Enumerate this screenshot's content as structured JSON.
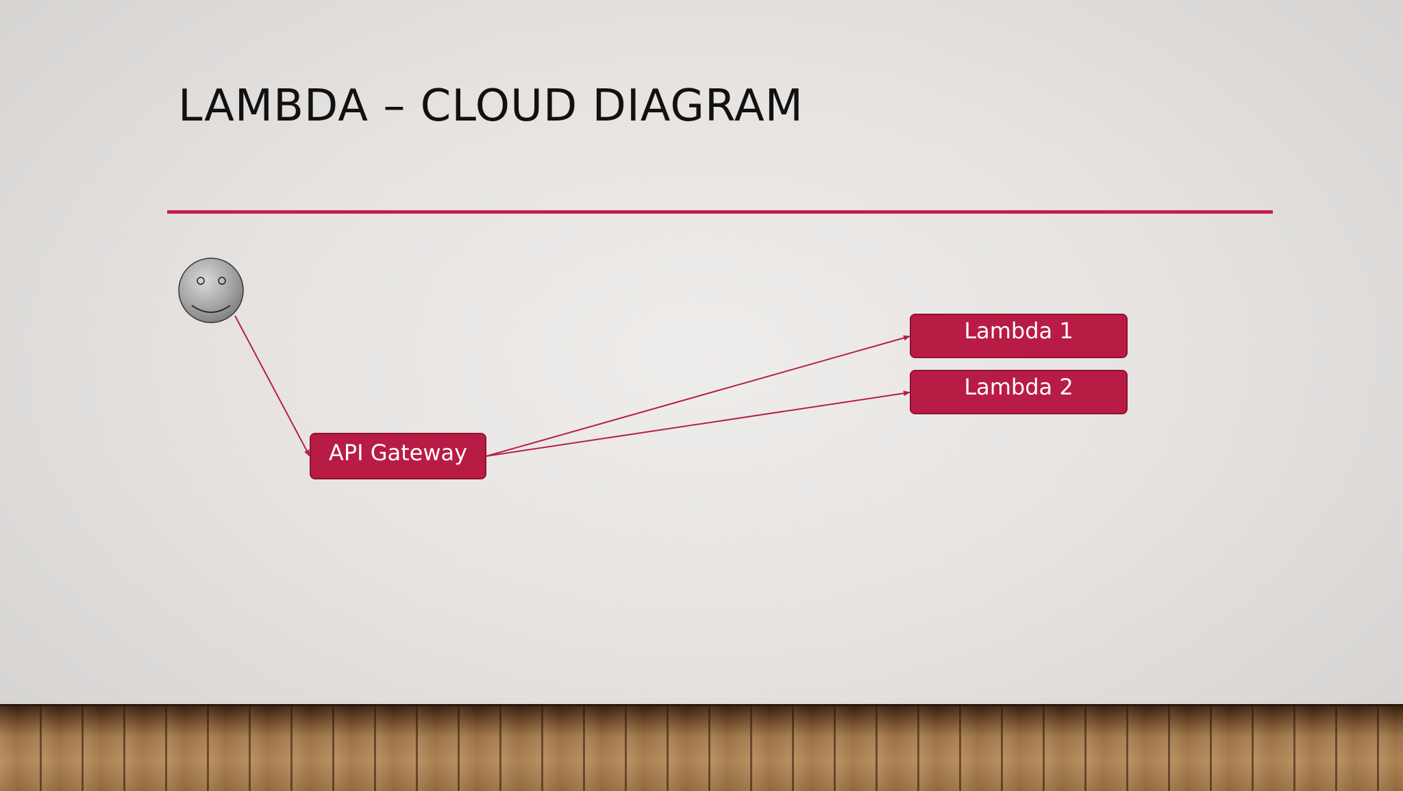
{
  "slide": {
    "title": "LAMBDA – CLOUD DIAGRAM"
  },
  "diagram": {
    "actor": {
      "icon": "smiley-face-user-icon"
    },
    "nodes": {
      "api_gateway": "API Gateway",
      "lambda_1": "Lambda 1",
      "lambda_2": "Lambda 2"
    },
    "edges": [
      {
        "from": "user",
        "to": "api_gateway"
      },
      {
        "from": "api_gateway",
        "to": "lambda_1"
      },
      {
        "from": "api_gateway",
        "to": "lambda_2"
      }
    ],
    "colors": {
      "accent": "#c0204a",
      "node_fill": "#b81c45",
      "node_text": "#ffffff"
    }
  }
}
